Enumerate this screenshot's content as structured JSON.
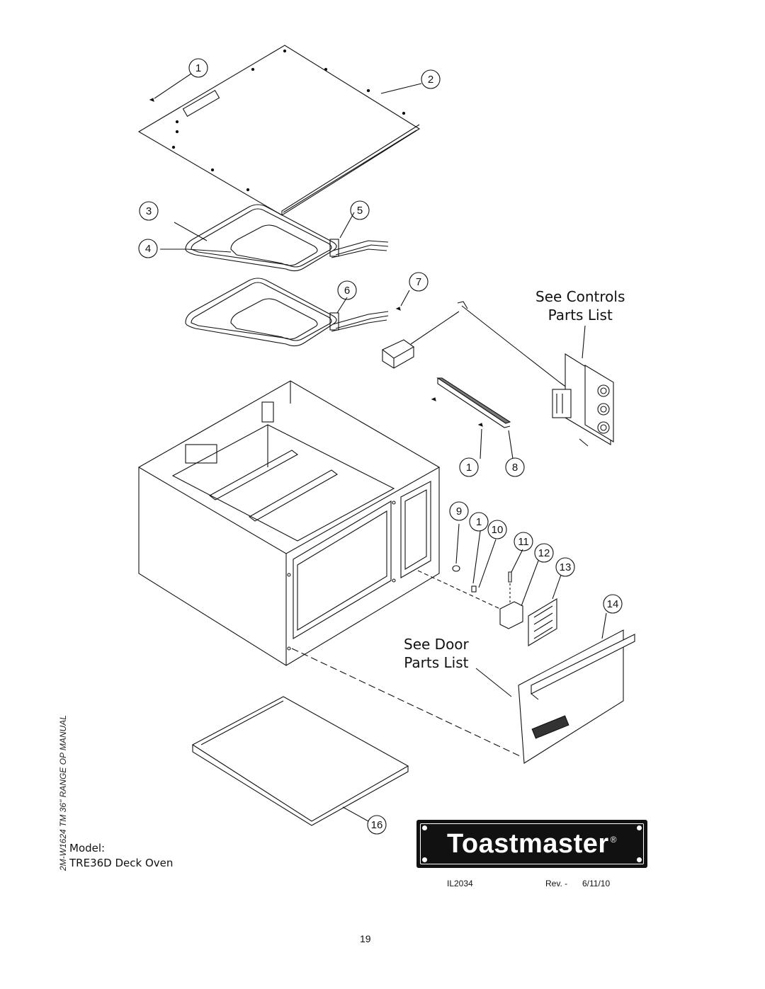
{
  "side_text": "2M-W1624 TM 36\" RANGE OP MANUAL",
  "callouts": [
    "1",
    "2",
    "3",
    "4",
    "5",
    "6",
    "7",
    "1",
    "8",
    "9",
    "1",
    "10",
    "11",
    "12",
    "13",
    "14",
    "16"
  ],
  "see_controls": {
    "line1": "See Controls",
    "line2": "Parts List"
  },
  "see_door": {
    "line1": "See Door",
    "line2": "Parts List"
  },
  "model": {
    "label": "Model:",
    "name": "TRE36D Deck Oven"
  },
  "logo": {
    "text": "Toastmaster",
    "reg": "®"
  },
  "drawing_number": "IL2034",
  "revision": {
    "label": "Rev. -",
    "date": "6/11/10"
  },
  "page_number": "19"
}
